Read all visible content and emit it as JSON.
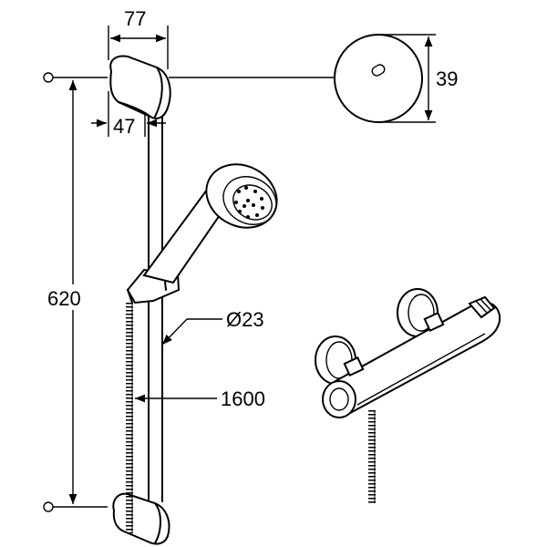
{
  "dimensions": {
    "bracket_width": "77",
    "bracket_depth": "47",
    "bracket_diameter": "39",
    "rail_length": "620",
    "rail_diameter": "Ø23",
    "hose_length": "1600"
  }
}
